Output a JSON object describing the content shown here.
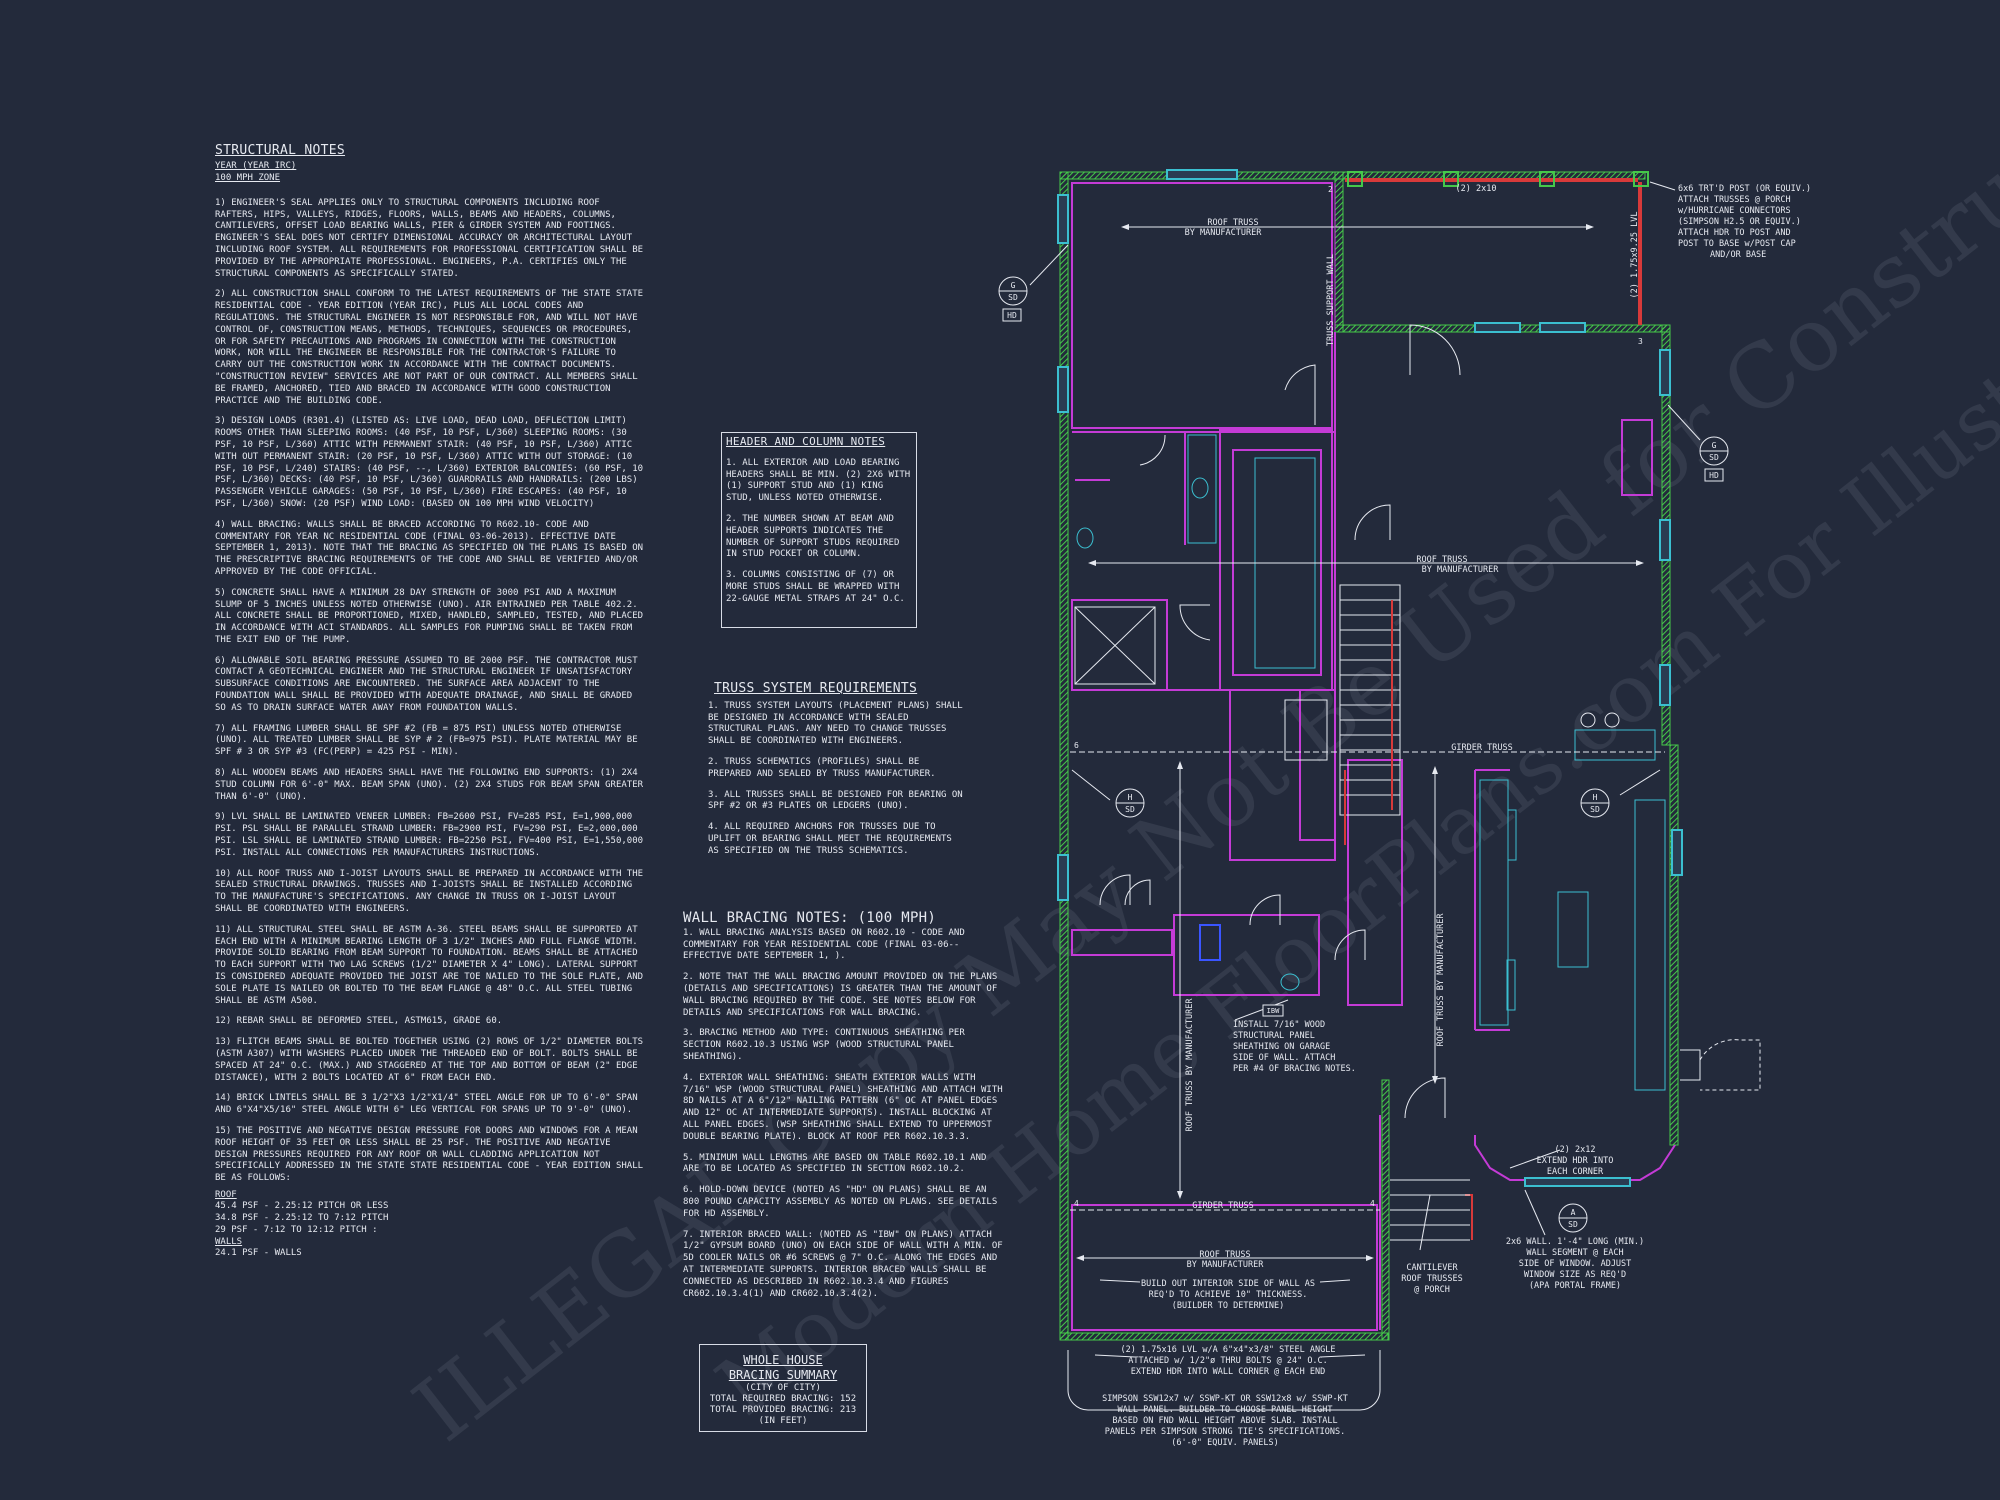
{
  "structural_notes": {
    "title": "STRUCTURAL NOTES",
    "subtitle1": "YEAR (YEAR IRC)",
    "subtitle2": "100 mph ZONE",
    "paragraphs": [
      "1) ENGINEER'S SEAL APPLIES ONLY TO STRUCTURAL COMPONENTS INCLUDING ROOF RAFTERS, HIPS, VALLEYS, RIDGES, FLOORS, WALLS, BEAMS AND HEADERS, COLUMNS, CANTILEVERS, OFFSET LOAD BEARING WALLS, PIER & GIRDER SYSTEM AND FOOTINGS. ENGINEER'S SEAL DOES NOT CERTIFY DIMENSIONAL ACCURACY OR ARCHITECTURAL LAYOUT INCLUDING ROOF SYSTEM. ALL REQUIREMENTS FOR PROFESSIONAL CERTIFICATION SHALL BE PROVIDED BY THE APPROPRIATE PROFESSIONAL. ENGINEERS, P.A. CERTIFIES ONLY THE STRUCTURAL COMPONENTS AS SPECIFICALLY STATED.",
      "2) ALL CONSTRUCTION SHALL CONFORM TO THE LATEST REQUIREMENTS OF THE STATE STATE RESIDENTIAL CODE - YEAR EDITION (YEAR IRC), PLUS ALL LOCAL CODES AND REGULATIONS. THE STRUCTURAL ENGINEER IS NOT RESPONSIBLE FOR, AND WILL NOT HAVE CONTROL OF, CONSTRUCTION MEANS, METHODS, TECHNIQUES, SEQUENCES OR PROCEDURES, OR FOR SAFETY PRECAUTIONS AND PROGRAMS IN CONNECTION WITH THE CONSTRUCTION WORK, NOR WILL THE ENGINEER BE RESPONSIBLE FOR THE CONTRACTOR'S FAILURE TO CARRY OUT THE CONSTRUCTION WORK IN ACCORDANCE WITH THE CONTRACT DOCUMENTS. \"CONSTRUCTION REVIEW\" SERVICES ARE NOT PART OF OUR CONTRACT. ALL MEMBERS SHALL BE FRAMED, ANCHORED, TIED AND BRACED IN ACCORDANCE WITH GOOD CONSTRUCTION PRACTICE AND THE BUILDING CODE.",
      "3) DESIGN LOADS (R301.4) (LISTED AS: LIVE LOAD, DEAD LOAD, DEFLECTION LIMIT) ROOMS OTHER THAN SLEEPING ROOMS: (40 PSF, 10 PSF, L/360) SLEEPING ROOMS: (30 PSF, 10 PSF, L/360) ATTIC WITH PERMANENT STAIR: (40 PSF, 10 PSF, L/360) ATTIC WITH OUT PERMANENT STAIR: (20 PSF, 10 PSF, L/360) ATTIC WITH OUT STORAGE: (10 PSF, 10 PSF, L/240) STAIRS: (40 PSF, --, L/360) EXTERIOR BALCONIES: (60 PSF, 10 PSF, L/360) DECKS: (40 PSF, 10 PSF, L/360) GUARDRAILS AND HANDRAILS: (200 LBS) PASSENGER VEHICLE GARAGES: (50 PSF, 10 PSF, L/360) FIRE ESCAPES: (40 PSF, 10 PSF, L/360) SNOW: (20 PSF) WIND LOAD: (BASED ON 100 MPH WIND VELOCITY)",
      "4) WALL BRACING: WALLS SHALL BE BRACED ACCORDING TO R602.10- CODE AND COMMENTARY FOR YEAR NC RESIDENTIAL CODE (FINAL 03-06-2013). EFFECTIVE DATE SEPTEMBER 1, 2013). NOTE THAT THE BRACING AS SPECIFIED ON THE PLANS IS BASED ON THE PRESCRIPTIVE BRACING REQUIREMENTS OF THE CODE AND SHALL BE VERIFIED AND/OR APPROVED BY THE CODE OFFICIAL.",
      "5) CONCRETE SHALL HAVE A MINIMUM 28 DAY STRENGTH OF 3000 PSI AND A MAXIMUM SLUMP OF 5 INCHES UNLESS NOTED OTHERWISE (UNO). AIR ENTRAINED PER TABLE 402.2. ALL CONCRETE SHALL BE PROPORTIONED, MIXED, HANDLED, SAMPLED, TESTED, AND PLACED IN ACCORDANCE WITH ACI STANDARDS. ALL SAMPLES FOR PUMPING SHALL BE TAKEN FROM THE EXIT END OF THE PUMP.",
      "6) ALLOWABLE SOIL BEARING PRESSURE ASSUMED TO BE 2000 PSF. THE CONTRACTOR MUST CONTACT A GEOTECHNICAL ENGINEER AND THE STRUCTURAL ENGINEER IF UNSATISFACTORY SUBSURFACE CONDITIONS ARE ENCOUNTERED. THE SURFACE AREA ADJACENT TO THE FOUNDATION WALL SHALL BE PROVIDED WITH ADEQUATE DRAINAGE, AND SHALL BE GRADED SO AS TO DRAIN SURFACE WATER AWAY FROM FOUNDATION WALLS.",
      "7) ALL FRAMING LUMBER SHALL BE SPF #2 (Fb = 875 PSI) UNLESS NOTED OTHERWISE (UNO). ALL TREATED LUMBER SHALL BE SYP # 2 (Fb=975 PSI). PLATE MATERIAL MAY BE SPF # 3 OR SYP #3 (Fc(perp) = 425 PSI - MIN).",
      "8) ALL WOODEN BEAMS AND HEADERS SHALL HAVE THE FOLLOWING END SUPPORTS: (1) 2x4 STUD COLUMN FOR 6'-0\" MAX. BEAM SPAN (UNO). (2) 2x4 STUDS FOR BEAM SPAN GREATER THAN 6'-0\" (UNO).",
      "9) LVL SHALL BE LAMINATED VENEER LUMBER: Fb=2600 PSI, Fv=285 PSI, E=1,900,000 PSI. PSL SHALL BE PARALLEL STRAND LUMBER: Fb=2900 PSI, Fv=290 PSI, E=2,000,000 PSI. LSL SHALL BE LAMINATED STRAND LUMBER: Fb=2250 PSI, Fv=400 PSI, E=1,550,000 PSI. INSTALL ALL CONNECTIONS PER MANUFACTURERS INSTRUCTIONS.",
      "10) ALL ROOF TRUSS AND I-JOIST LAYOUTS SHALL BE PREPARED IN ACCORDANCE WITH THE SEALED STRUCTURAL DRAWINGS. TRUSSES AND I-JOISTS SHALL BE INSTALLED ACCORDING TO THE MANUFACTURE'S SPECIFICATIONS. ANY CHANGE IN TRUSS OR I-JOIST LAYOUT SHALL BE COORDINATED WITH ENGINEERS.",
      "11) ALL STRUCTURAL STEEL SHALL BE ASTM A-36. STEEL BEAMS SHALL BE SUPPORTED AT EACH END WITH A MINIMUM BEARING LENGTH OF 3 1/2\" INCHES AND FULL FLANGE WIDTH. PROVIDE SOLID BEARING FROM BEAM SUPPORT TO FOUNDATION. BEAMS SHALL BE ATTACHED TO EACH SUPPORT WITH TWO LAG SCREWS (1/2\" DIAMETER x 4\" LONG). LATERAL SUPPORT IS CONSIDERED ADEQUATE PROVIDED THE JOIST ARE TOE NAILED TO THE SOLE PLATE, AND SOLE PLATE IS NAILED OR BOLTED TO THE BEAM FLANGE @ 48\" O.C. ALL STEEL TUBING SHALL BE ASTM A500.",
      "12) REBAR SHALL BE DEFORMED STEEL, ASTM615, GRADE 60.",
      "13) FLITCH BEAMS SHALL BE BOLTED TOGETHER USING (2) ROWS OF 1/2\" DIAMETER BOLTS (ASTM A307) WITH WASHERS PLACED UNDER THE THREADED END OF BOLT. BOLTS SHALL BE SPACED AT 24\" O.C. (MAX.) AND STAGGERED AT THE TOP AND BOTTOM OF BEAM (2\" EDGE DISTANCE), WITH 2 BOLTS LOCATED AT 6\" FROM EACH END.",
      "14) BRICK LINTELS SHALL BE 3 1/2\"x3 1/2\"x1/4\" STEEL ANGLE FOR UP TO 6'-0\" SPAN AND 6\"x4\"x5/16\" STEEL ANGLE WITH 6\" LEG VERTICAL FOR SPANS UP TO 9'-0\" (UNO).",
      "15) THE POSITIVE AND NEGATIVE DESIGN PRESSURE FOR DOORS AND WINDOWS FOR A MEAN ROOF HEIGHT OF 35 FEET OR LESS SHALL BE 25 PSF. THE POSITIVE AND NEGATIVE DESIGN PRESSURES REQUIRED FOR ANY ROOF OR WALL CLADDING APPLICATION NOT SPECIFICALLY ADDRESSED IN THE STATE STATE RESIDENTIAL CODE - YEAR EDITION SHALL BE AS FOLLOWS:"
    ],
    "roof_label": "ROOF",
    "roof_lines": [
      "45.4 PSF - 2.25:12 PITCH OR LESS",
      "34.8 PSF - 2.25:12 TO 7:12 PITCH",
      "29 PSF - 7:12 TO 12:12 PITCH :"
    ],
    "walls_label": "WALLS",
    "walls_lines": [
      "24.1 PSF - WALLS"
    ]
  },
  "header_notes": {
    "title": "HEADER AND COLUMN NOTES",
    "items": [
      "1. ALL EXTERIOR AND LOAD BEARING HEADERS SHALL BE MIN. (2) 2x6 WITH (1) SUPPORT STUD AND (1) KING STUD, UNLESS NOTED OTHERWISE.",
      "2. THE NUMBER SHOWN AT BEAM AND HEADER SUPPORTS INDICATES THE NUMBER OF SUPPORT STUDS REQUIRED IN STUD POCKET OR COLUMN.",
      "3. COLUMNS CONSISTING OF (7) OR MORE STUDS SHALL BE WRAPPED WITH 22-GAUGE METAL STRAPS AT 24\" O.C."
    ]
  },
  "truss_requirements": {
    "title": "TRUSS SYSTEM REQUIREMENTS",
    "items": [
      "1. TRUSS SYSTEM LAYOUTS (PLACEMENT PLANS) SHALL BE DESIGNED IN ACCORDANCE WITH SEALED STRUCTURAL PLANS. ANY NEED TO CHANGE TRUSSES SHALL BE COORDINATED WITH ENGINEERS.",
      "2. TRUSS SCHEMATICS (PROFILES) SHALL BE PREPARED AND SEALED BY TRUSS MANUFACTURER.",
      "3. ALL TRUSSES SHALL BE DESIGNED FOR BEARING ON SPF #2 OR #3 PLATES OR LEDGERS (UNO).",
      "4. ALL REQUIRED ANCHORS FOR TRUSSES DUE TO UPLIFT OR BEARING SHALL MEET THE REQUIREMENTS AS SPECIFIED ON THE TRUSS SCHEMATICS."
    ]
  },
  "wall_bracing": {
    "title": "WALL BRACING NOTES: (100 MPH)",
    "items": [
      "1. WALL BRACING ANALYSIS BASED ON R602.10 - CODE AND COMMENTARY FOR YEAR RESIDENTIAL CODE (FINAL 03-06-- EFFECTIVE DATE SEPTEMBER 1, ).",
      "2. NOTE THAT THE WALL BRACING AMOUNT PROVIDED ON THE PLANS (DETAILS AND SPECIFICATIONS) IS GREATER THAN THE AMOUNT OF WALL BRACING REQUIRED BY THE CODE. SEE NOTES BELOW FOR DETAILS AND SPECIFICATIONS FOR WALL BRACING.",
      "3. BRACING METHOD AND TYPE: CONTINUOUS SHEATHING PER SECTION R602.10.3 USING WSP (WOOD STRUCTURAL PANEL SHEATHING).",
      "4. EXTERIOR WALL SHEATHING: SHEATH EXTERIOR WALLS WITH 7/16\" WSP (WOOD STRUCTURAL PANEL) SHEATHING AND ATTACH WITH 8d NAILS AT A 6\"/12\" NAILING PATTERN (6\" OC AT PANEL EDGES AND 12\" OC AT INTERMEDIATE SUPPORTS). INSTALL BLOCKING AT ALL PANEL EDGES. (WSP SHEATHING SHALL EXTEND TO UPPERMOST DOUBLE BEARING PLATE). BLOCK AT ROOF PER R602.10.3.3.",
      "5. MINIMUM WALL LENGTHS ARE BASED ON TABLE R602.10.1 AND ARE TO BE LOCATED AS SPECIFIED IN SECTION R602.10.2.",
      "6. HOLD-DOWN DEVICE (NOTED AS \"HD\" ON PLANS) SHALL BE AN 800 POUND CAPACITY ASSEMBLY AS NOTED ON PLANS. SEE DETAILS FOR HD ASSEMBLY.",
      "7. INTERIOR BRACED WALL: (NOTED AS \"IBW\" ON PLANS) ATTACH 1/2\" GYPSUM BOARD (UNO) ON EACH SIDE OF WALL WITH A MIN. OF 5d COOLER NAILS OR #6 SCREWS @ 7\" O.C. ALONG THE EDGES AND AT INTERMEDIATE SUPPORTS. INTERIOR BRACED WALLS SHALL BE CONNECTED AS DESCRIBED IN R602.10.3.4 AND FIGURES CR602.10.3.4(1) AND CR602.10.3.4(2)."
    ]
  },
  "bracing_summary": {
    "title1": "WHOLE HOUSE",
    "title2": "BRACING SUMMARY",
    "city": "(CITY OF CITY)",
    "required": "TOTAL REQUIRED BRACING: 152",
    "provided": "TOTAL PROVIDED BRACING: 213",
    "units": "(IN FEET)"
  },
  "plan_labels": {
    "roof_truss_1": [
      "ROOF TRUSS",
      "BY MANUFACTURER"
    ],
    "roof_truss_2": [
      "ROOF TRUSS",
      "BY MANUFACTURER"
    ],
    "roof_truss_3": [
      "ROOF TRUSS",
      "BY MANUFACTURER"
    ],
    "roof_truss_left_vert": "ROOF TRUSS BY MANUFACTURER",
    "roof_truss_right_vert": "ROOF TRUSS BY MANUFACTURER",
    "truss_support_wall": "TRUSS SUPPORT WALL",
    "header_2x10": "(2) 2x10",
    "lvl_vert": "(2) 1.75x9.25 LVL",
    "girder_truss_1": "GIRDER TRUSS",
    "girder_truss_2": "GIRDER TRUSS",
    "post_note": [
      "6x6 TRT'D POST (OR EQUIV.)",
      "ATTACH TRUSSES @ PORCH",
      "w/HURRICANE CONNECTORS",
      "(SIMPSON H2.5 OR EQUIV.)",
      "ATTACH HDR TO POST AND",
      "POST TO BASE w/POST CAP",
      "AND/OR BASE"
    ],
    "ibw_tag": "IBW",
    "install_note": [
      "INSTALL 7/16\" WOOD",
      "STRUCTURAL PANEL",
      "SHEATHING ON GARAGE",
      "SIDE OF WALL. ATTACH",
      "PER #4 OF BRACING NOTES."
    ],
    "extend_hdr": [
      "(2) 2x12",
      "EXTEND HDR INTO",
      "EACH CORNER"
    ],
    "wall_segment": [
      "2x6 WALL. 1'-4\" LONG (MIN.)",
      "WALL SEGMENT @ EACH",
      "SIDE OF WINDOW. ADJUST",
      "WINDOW SIZE AS REQ'D",
      "(APA PORTAL FRAME)"
    ],
    "cantilever": [
      "CANTILEVER",
      "ROOF TRUSSES",
      "@ PORCH"
    ],
    "build_out": [
      "BUILD OUT INTERIOR SIDE OF WALL AS",
      "REQ'D TO ACHIEVE 10\" THICKNESS.",
      "(BUILDER TO DETERMINE)"
    ],
    "lvl_note": [
      "(2) 1.75x16 LVL w/A 6\"x4\"x3/8\" STEEL ANGLE",
      "ATTACHED w/ 1/2\"ø THRU BOLTS @ 24\" O.C.",
      "EXTEND HDR INTO WALL CORNER @ EACH END"
    ],
    "simpson_note": [
      "SIMPSON SSW12x7 w/ SSWP-KT OR SSW12x8 w/ SSWP-KT",
      "WALL PANEL. BUILDER TO CHOOSE PANEL HEIGHT",
      "BASED ON FND WALL HEIGHT ABOVE SLAB. INSTALL",
      "PANELS PER SIMPSON STRONG TIE'S SPECIFICATIONS.",
      "(6'-0\" EQUIV. PANELS)"
    ],
    "tags": {
      "g": "G",
      "sd": "SD",
      "h": "H",
      "a": "A",
      "hd": "HD"
    },
    "numbers": {
      "n2": "2",
      "n3": "3",
      "n4": "4",
      "n6": "6"
    }
  },
  "watermark": {
    "line1": "ILLEGAL Copy May Not Be Used for Construction",
    "line2": "Modern Home FloorPlans.com For Illustrations"
  },
  "colors": {
    "background": "#232a3b",
    "wall_magenta": "#c43bd6",
    "hatch_green": "#45c84a",
    "window_cyan": "#3bbfd0",
    "beam_red": "#d83a3a"
  }
}
